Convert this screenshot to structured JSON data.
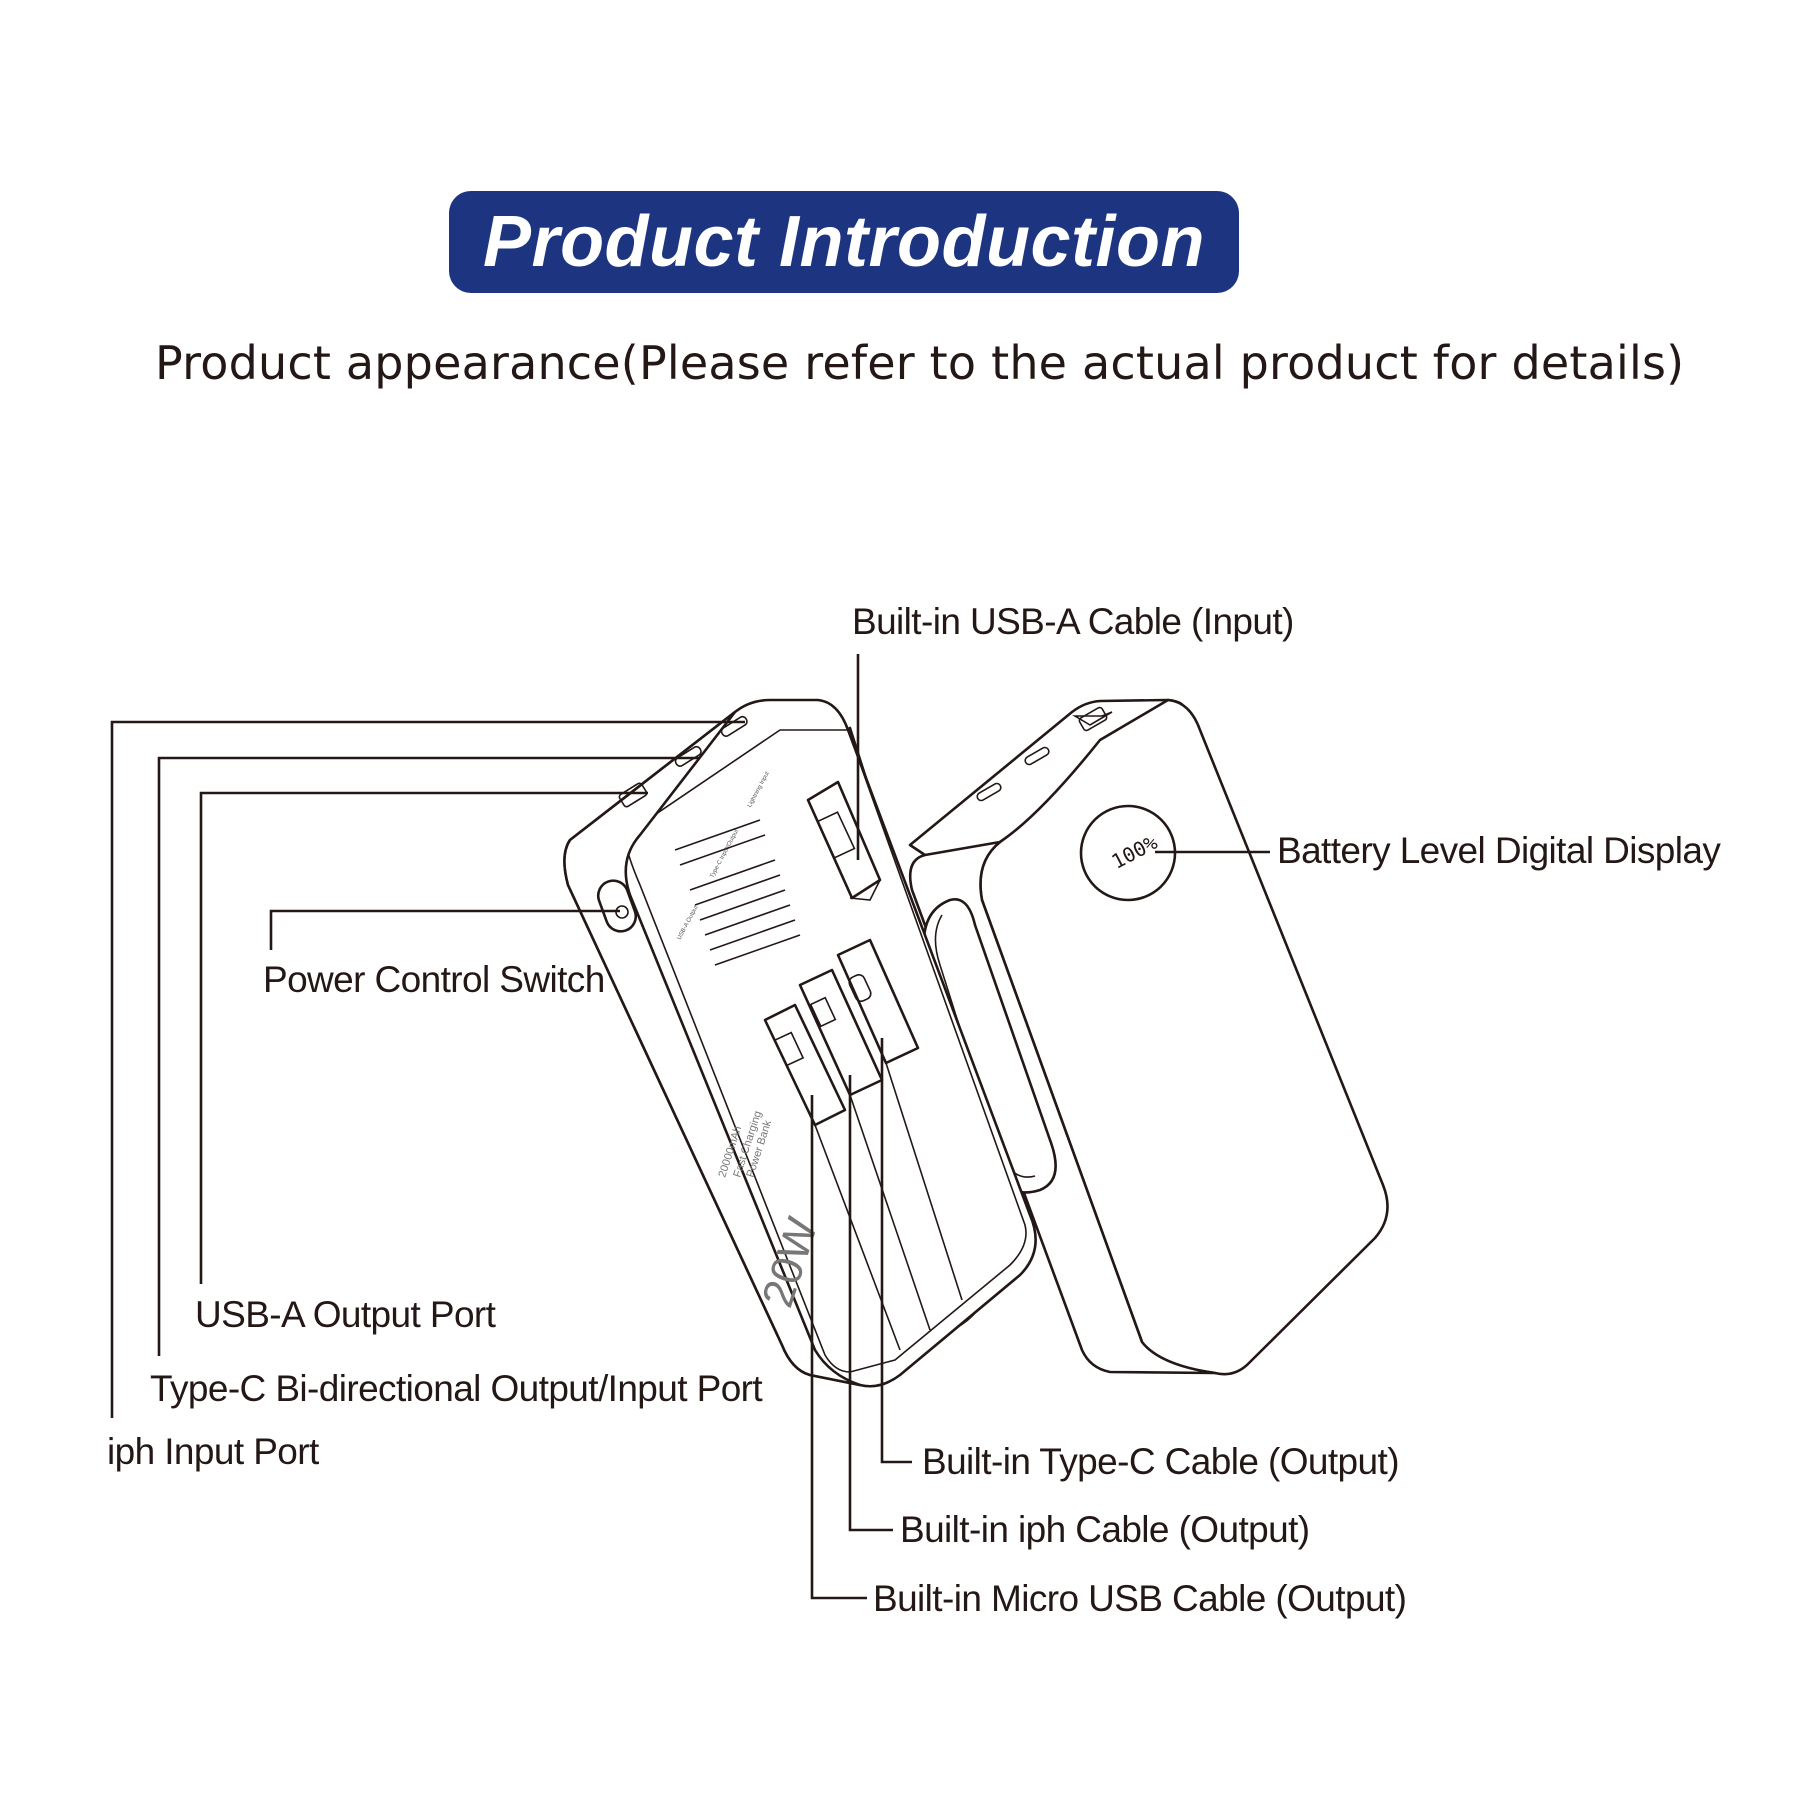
{
  "header": {
    "title": "Product Introduction",
    "subtitle": "Product appearance(Please refer to the actual product for details)"
  },
  "colors": {
    "title_background": "#1d3580",
    "title_text": "#ffffff",
    "ink": "#231815"
  },
  "callouts": {
    "usb_a_cable_input": "Built-in USB-A Cable (Input)",
    "battery_display": "Battery Level Digital Display",
    "power_switch": "Power Control Switch",
    "usb_a_output_port": "USB-A Output Port",
    "type_c_port": "Type-C Bi-directional Output/Input Port",
    "iph_input_port": "iph Input Port",
    "type_c_cable_output": "Built-in Type-C Cable (Output)",
    "iph_cable_output": "Built-in iph Cable (Output)",
    "micro_usb_cable_output": "Built-in Micro USB Cable (Output)"
  },
  "device": {
    "display_reading": "100%",
    "capacity_mark": "20W",
    "side_text_1": "20000mAh",
    "side_text_2": "Fast Charging",
    "side_text_3": "Power Bank",
    "port_label_usb_a": "USB-A Output",
    "port_label_type_c": "Type-C Input/Output",
    "port_label_lightning": "Lightning Input"
  }
}
